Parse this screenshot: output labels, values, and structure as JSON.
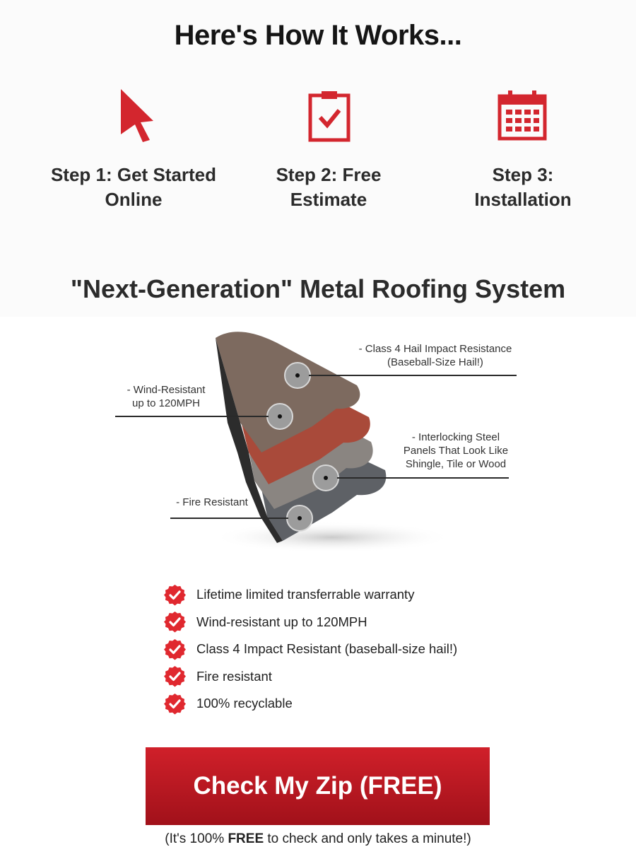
{
  "how_it_works": {
    "title": "Here's How It Works...",
    "steps": [
      {
        "icon": "cursor-arrow-icon",
        "line1": "Step 1: Get Started",
        "line2": "Online"
      },
      {
        "icon": "clipboard-check-icon",
        "line1": "Step 2: Free",
        "line2": "Estimate"
      },
      {
        "icon": "calendar-icon",
        "line1": "Step 3:",
        "line2": "Installation"
      }
    ]
  },
  "roofing": {
    "title": "\"Next-Generation\" Metal Roofing System",
    "callouts": {
      "hail": [
        "- Class 4 Hail Impact Resistance",
        "(Baseball-Size Hail!)"
      ],
      "wind": [
        "- Wind-Resistant",
        "up to 120MPH"
      ],
      "panels": [
        "- Interlocking Steel",
        "Panels That Look Like",
        "Shingle, Tile or Wood"
      ],
      "fire": [
        "- Fire Resistant"
      ]
    }
  },
  "benefits": [
    "Lifetime limited transferrable warranty",
    "Wind-resistant up to 120MPH",
    "Class 4 Impact Resistant (baseball-size hail!)",
    "Fire resistant",
    "100% recyclable"
  ],
  "cta": {
    "label": "Check My Zip (FREE)",
    "note_prefix": "(It's 100% ",
    "note_bold": "FREE",
    "note_suffix": " to check and only takes a minute!)"
  },
  "colors": {
    "accent": "#d3262e",
    "button_top": "#d0202a",
    "button_bottom": "#a1111a"
  }
}
